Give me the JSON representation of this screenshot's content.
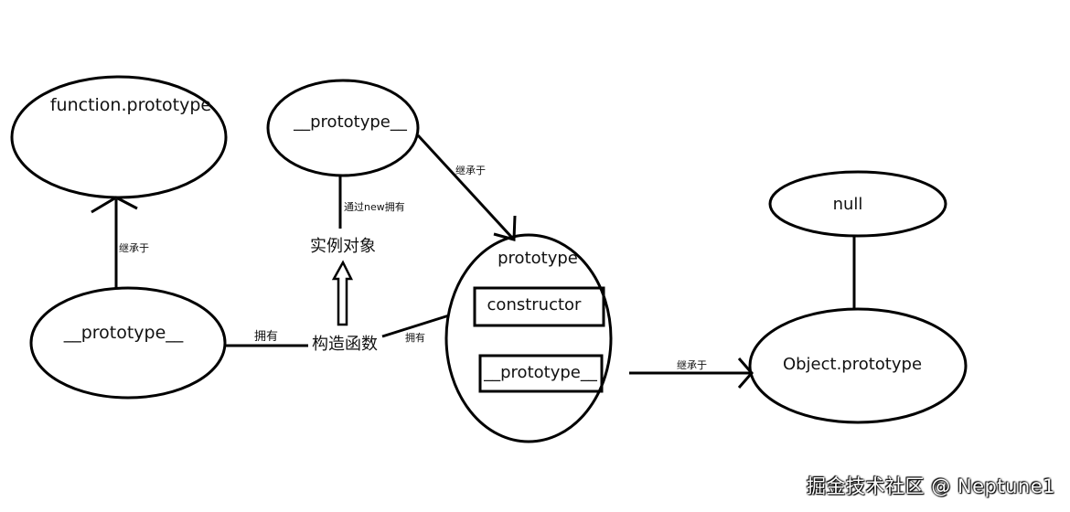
{
  "nodes": {
    "function_prototype": "function.prototype",
    "proto_top": "__prototype__",
    "proto_left": "__prototype__",
    "instance": "实例对象",
    "constructor_fn": "构造函数",
    "prototype": "prototype",
    "constructor_box": "constructor",
    "proto_box": "__prototype__",
    "null": "null",
    "object_prototype": "Object.prototype"
  },
  "edges": {
    "inherits_left": "继承于",
    "inherits_top": "继承于",
    "via_new": "通过new拥有",
    "owns_left": "拥有",
    "owns_right": "拥有",
    "inherits_object": "继承于"
  },
  "watermark": "掘金技术社区 @ Neptune1"
}
